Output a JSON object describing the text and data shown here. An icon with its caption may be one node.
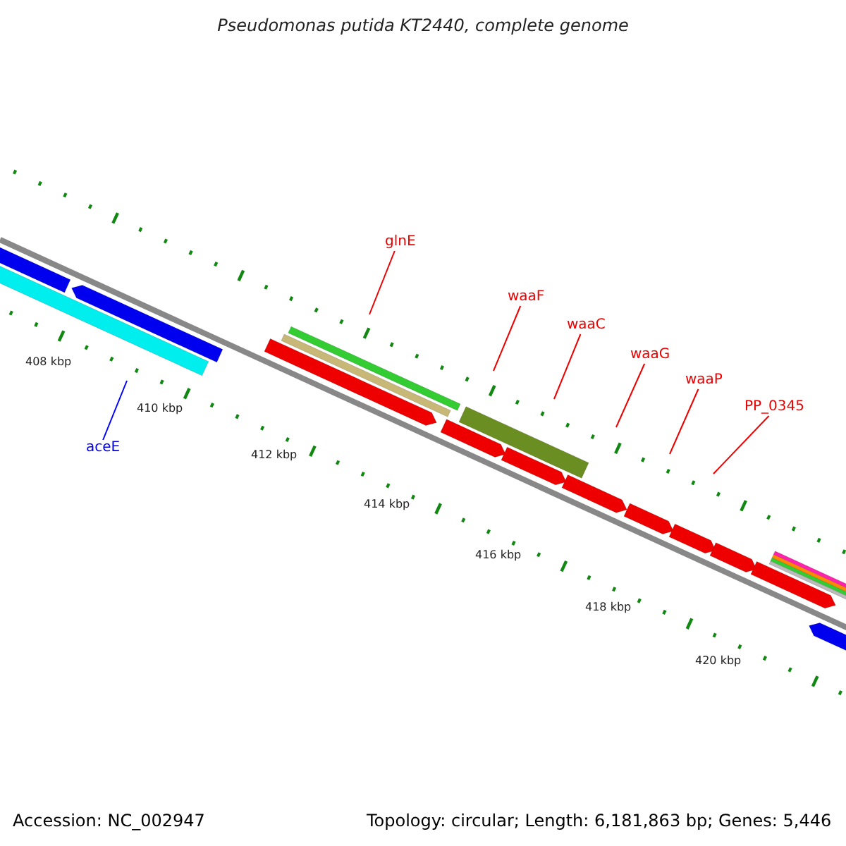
{
  "diagram": {
    "title": "Pseudomonas putida KT2440, complete genome",
    "nodes": [
      {
        "text": [
          "glnE"
        ]
      },
      {
        "text": [
          "waaF"
        ]
      },
      {
        "text": [
          "waaC"
        ]
      },
      {
        "text": [
          "waaG"
        ]
      },
      {
        "text": [
          "waaP"
        ]
      },
      {
        "text": [
          "PP_0345"
        ]
      },
      {
        "text": [
          "aceE"
        ]
      }
    ],
    "edges": [
      {
        "from": 0,
        "to": null,
        "arrow": "none"
      },
      {
        "from": 1,
        "to": null,
        "arrow": "none"
      },
      {
        "from": 2,
        "to": null,
        "arrow": "none"
      },
      {
        "from": 3,
        "to": null,
        "arrow": "none"
      },
      {
        "from": 4,
        "to": null,
        "arrow": "none"
      },
      {
        "from": 5,
        "to": null,
        "arrow": "none"
      },
      {
        "from": 6,
        "to": null,
        "arrow": "none",
        "color": "#0000ff"
      }
    ],
    "labels": [
      "408 kbp",
      "410 kbp",
      "412 kbp",
      "414 kbp",
      "416 kbp",
      "418 kbp",
      "420 kbp",
      "Accession: NC_002947",
      "Topology: circular; Length: 6,181,863 bp; Genes: 5,446"
    ]
  }
}
